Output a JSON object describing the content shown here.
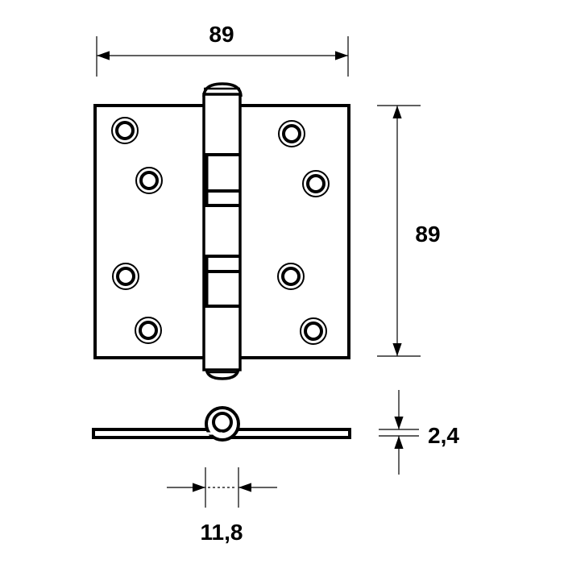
{
  "dimensions": {
    "width_label": "89",
    "height_label": "89",
    "thickness_label": "2,4",
    "knuckle_label": "11,8"
  },
  "colors": {
    "line": "#000000",
    "background": "#ffffff"
  }
}
